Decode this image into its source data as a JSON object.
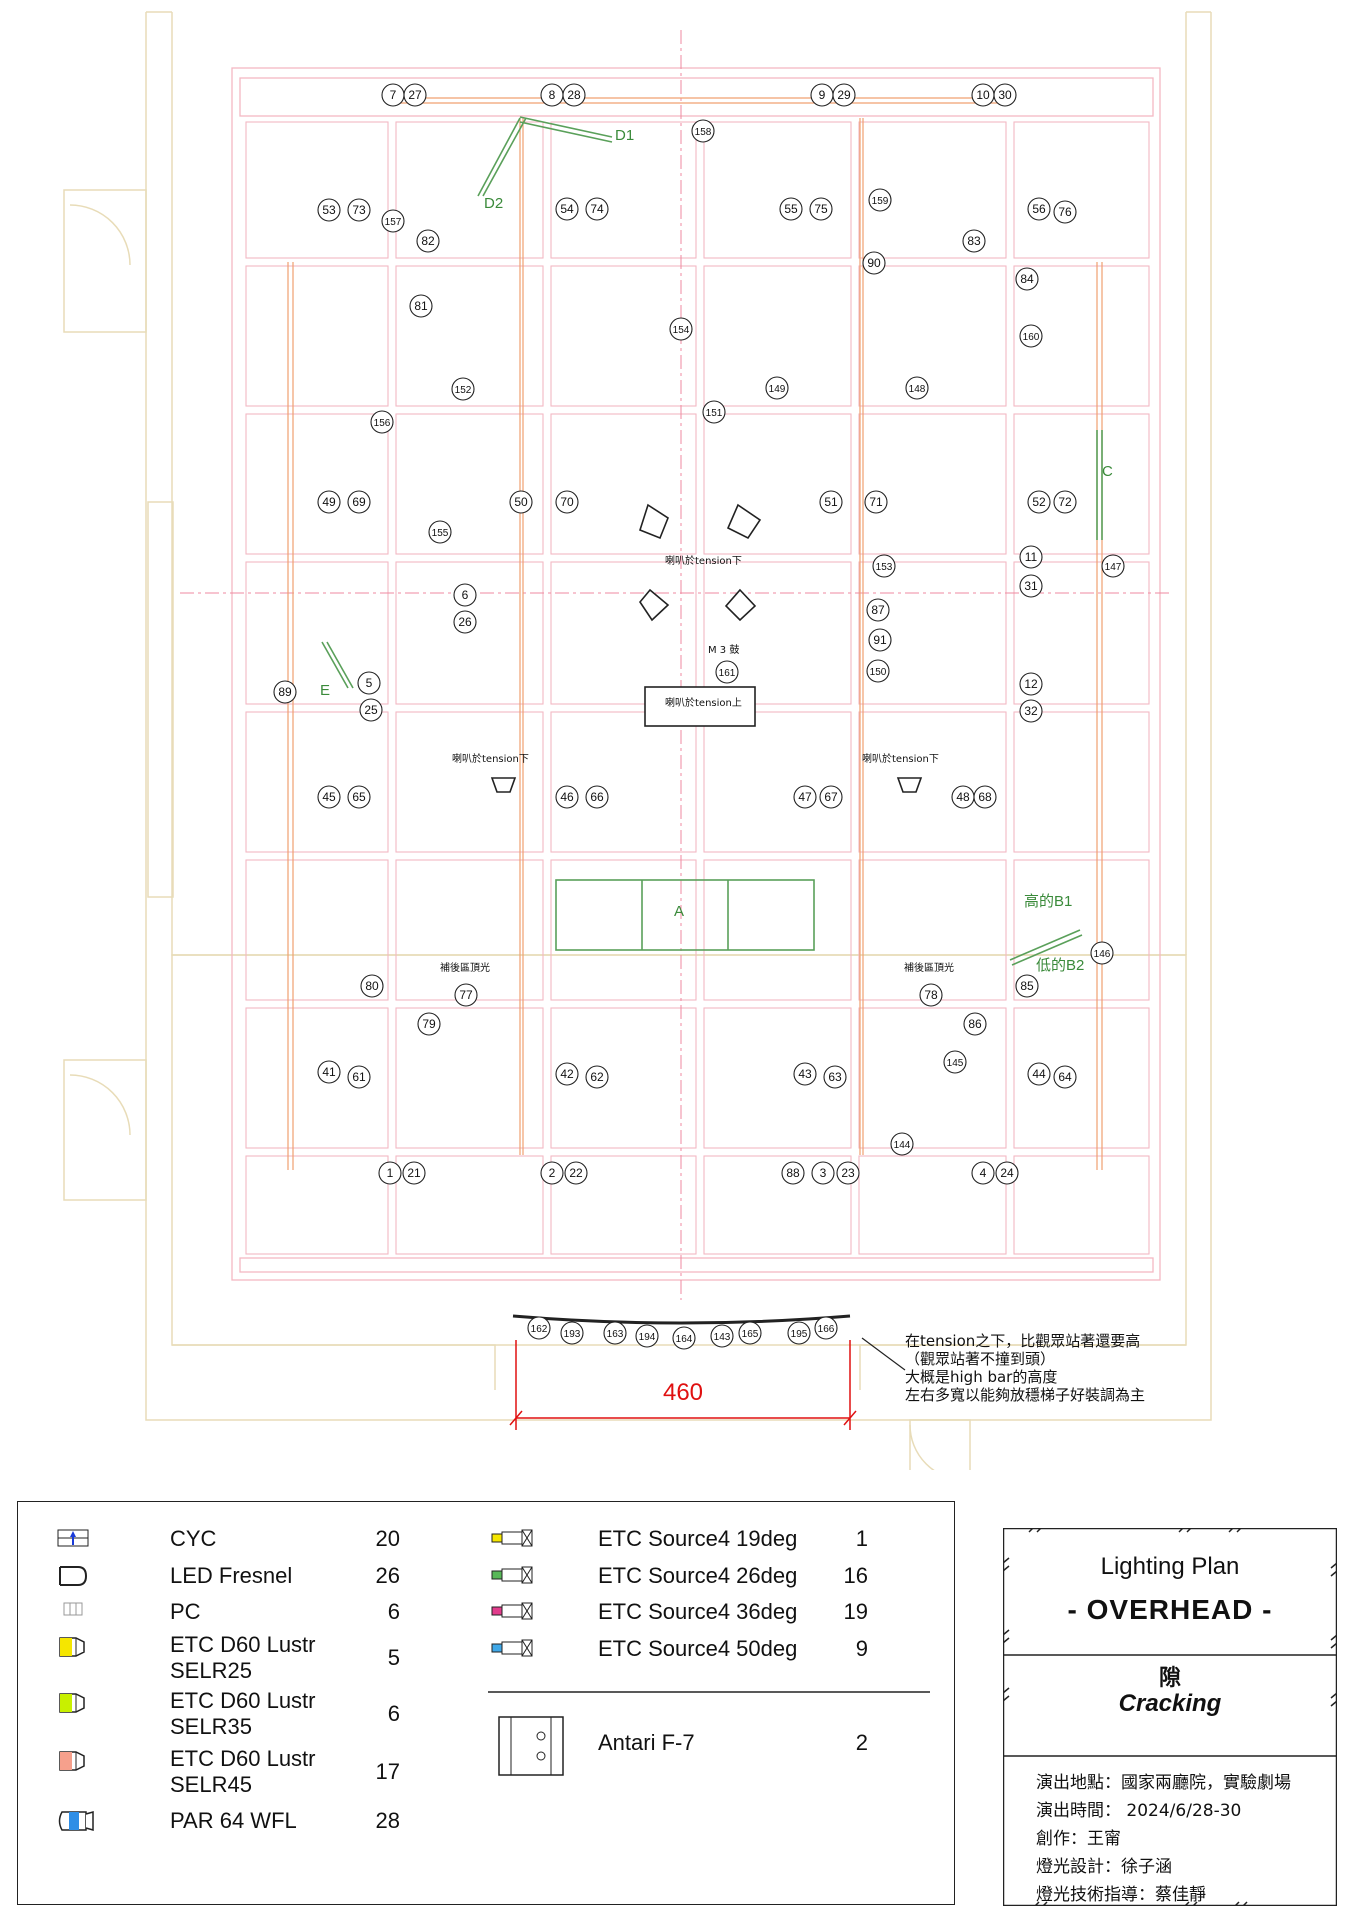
{
  "plan": {
    "dimension_label": "460",
    "tension_note": [
      "在tension之下，比觀眾站著還要高",
      "（觀眾站著不撞到頭）",
      "大概是high bar的高度",
      "左右多寬以能夠放穩梯子好裝調為主"
    ],
    "pipe_labels": [
      "D1",
      "D2",
      "C",
      "E",
      "A",
      "高的B1",
      "低的B2"
    ],
    "speaker_labels": [
      "喇叭於tension下",
      "喇叭於tension上",
      "喇叭於tension下",
      "喇叭於tension下"
    ],
    "misc_labels": [
      "補後區頂光",
      "補後區頂光",
      "M 3 鼓"
    ],
    "fixtures": [
      {
        "n": "7"
      },
      {
        "n": "27"
      },
      {
        "n": "8"
      },
      {
        "n": "28"
      },
      {
        "n": "9"
      },
      {
        "n": "29"
      },
      {
        "n": "10"
      },
      {
        "n": "30"
      },
      {
        "n": "158"
      },
      {
        "n": "53"
      },
      {
        "n": "73"
      },
      {
        "n": "157"
      },
      {
        "n": "82"
      },
      {
        "n": "81"
      },
      {
        "n": "54"
      },
      {
        "n": "74"
      },
      {
        "n": "55"
      },
      {
        "n": "75"
      },
      {
        "n": "159"
      },
      {
        "n": "90"
      },
      {
        "n": "83"
      },
      {
        "n": "56"
      },
      {
        "n": "76"
      },
      {
        "n": "84"
      },
      {
        "n": "154"
      },
      {
        "n": "160"
      },
      {
        "n": "152"
      },
      {
        "n": "156"
      },
      {
        "n": "149"
      },
      {
        "n": "151"
      },
      {
        "n": "148"
      },
      {
        "n": "49"
      },
      {
        "n": "69"
      },
      {
        "n": "50"
      },
      {
        "n": "70"
      },
      {
        "n": "51"
      },
      {
        "n": "71"
      },
      {
        "n": "52"
      },
      {
        "n": "72"
      },
      {
        "n": "155"
      },
      {
        "n": "11"
      },
      {
        "n": "147"
      },
      {
        "n": "153"
      },
      {
        "n": "6"
      },
      {
        "n": "31"
      },
      {
        "n": "26"
      },
      {
        "n": "87"
      },
      {
        "n": "91"
      },
      {
        "n": "5"
      },
      {
        "n": "89"
      },
      {
        "n": "25"
      },
      {
        "n": "161"
      },
      {
        "n": "150"
      },
      {
        "n": "12"
      },
      {
        "n": "32"
      },
      {
        "n": "45"
      },
      {
        "n": "65"
      },
      {
        "n": "46"
      },
      {
        "n": "66"
      },
      {
        "n": "47"
      },
      {
        "n": "67"
      },
      {
        "n": "48"
      },
      {
        "n": "68"
      },
      {
        "n": "146"
      },
      {
        "n": "80"
      },
      {
        "n": "77"
      },
      {
        "n": "85"
      },
      {
        "n": "78"
      },
      {
        "n": "79"
      },
      {
        "n": "86"
      },
      {
        "n": "145"
      },
      {
        "n": "41"
      },
      {
        "n": "61"
      },
      {
        "n": "42"
      },
      {
        "n": "62"
      },
      {
        "n": "43"
      },
      {
        "n": "63"
      },
      {
        "n": "44"
      },
      {
        "n": "64"
      },
      {
        "n": "144"
      },
      {
        "n": "1"
      },
      {
        "n": "21"
      },
      {
        "n": "2"
      },
      {
        "n": "22"
      },
      {
        "n": "88"
      },
      {
        "n": "3"
      },
      {
        "n": "23"
      },
      {
        "n": "4"
      },
      {
        "n": "24"
      },
      {
        "n": "162"
      },
      {
        "n": "193"
      },
      {
        "n": "163"
      },
      {
        "n": "194"
      },
      {
        "n": "164"
      },
      {
        "n": "143"
      },
      {
        "n": "165"
      },
      {
        "n": "195"
      },
      {
        "n": "166"
      }
    ]
  },
  "legend": {
    "items_left": [
      {
        "name": "CYC",
        "count": "20",
        "icon": "cyc-icon"
      },
      {
        "name": "LED Fresnel",
        "count": "26",
        "icon": "led-fresnel-icon"
      },
      {
        "name": "PC",
        "count": "6",
        "icon": "pc-icon"
      },
      {
        "name": "ETC D60 Lustr\nSELR25",
        "count": "5",
        "icon": "d60-selr25-icon",
        "color": "#f5e600"
      },
      {
        "name": "ETC D60 Lustr\nSELR35",
        "count": "6",
        "icon": "d60-selr35-icon",
        "color": "#c8f000"
      },
      {
        "name": "ETC D60 Lustr\nSELR45",
        "count": "17",
        "icon": "d60-selr45-icon",
        "color": "#f6a08c"
      },
      {
        "name": "PAR 64 WFL",
        "count": "28",
        "icon": "par64-icon",
        "color": "#2f8ee6"
      }
    ],
    "items_right": [
      {
        "name": "ETC Source4 19deg",
        "count": "1",
        "icon": "source4-19-icon",
        "color": "#f5e600"
      },
      {
        "name": "ETC Source4 26deg",
        "count": "16",
        "icon": "source4-26-icon",
        "color": "#58b858"
      },
      {
        "name": "ETC Source4 36deg",
        "count": "19",
        "icon": "source4-36-icon",
        "color": "#e23c8c"
      },
      {
        "name": "ETC Source4 50deg",
        "count": "9",
        "icon": "source4-50-icon",
        "color": "#40a8e8"
      },
      {
        "name": "Antari F-7",
        "count": "2",
        "icon": "antari-f7-icon"
      }
    ]
  },
  "title_block": {
    "title": "Lighting Plan",
    "subtitle": "- OVERHEAD -",
    "show_title_zh": "隙",
    "show_title_en": "Cracking",
    "info": [
      "演出地點：國家兩廳院，實驗劇場",
      "演出時間：  2024/6/28-30",
      "創作：王甯",
      "燈光設計：徐子涵",
      "燈光技術指導：蔡佳靜"
    ]
  }
}
